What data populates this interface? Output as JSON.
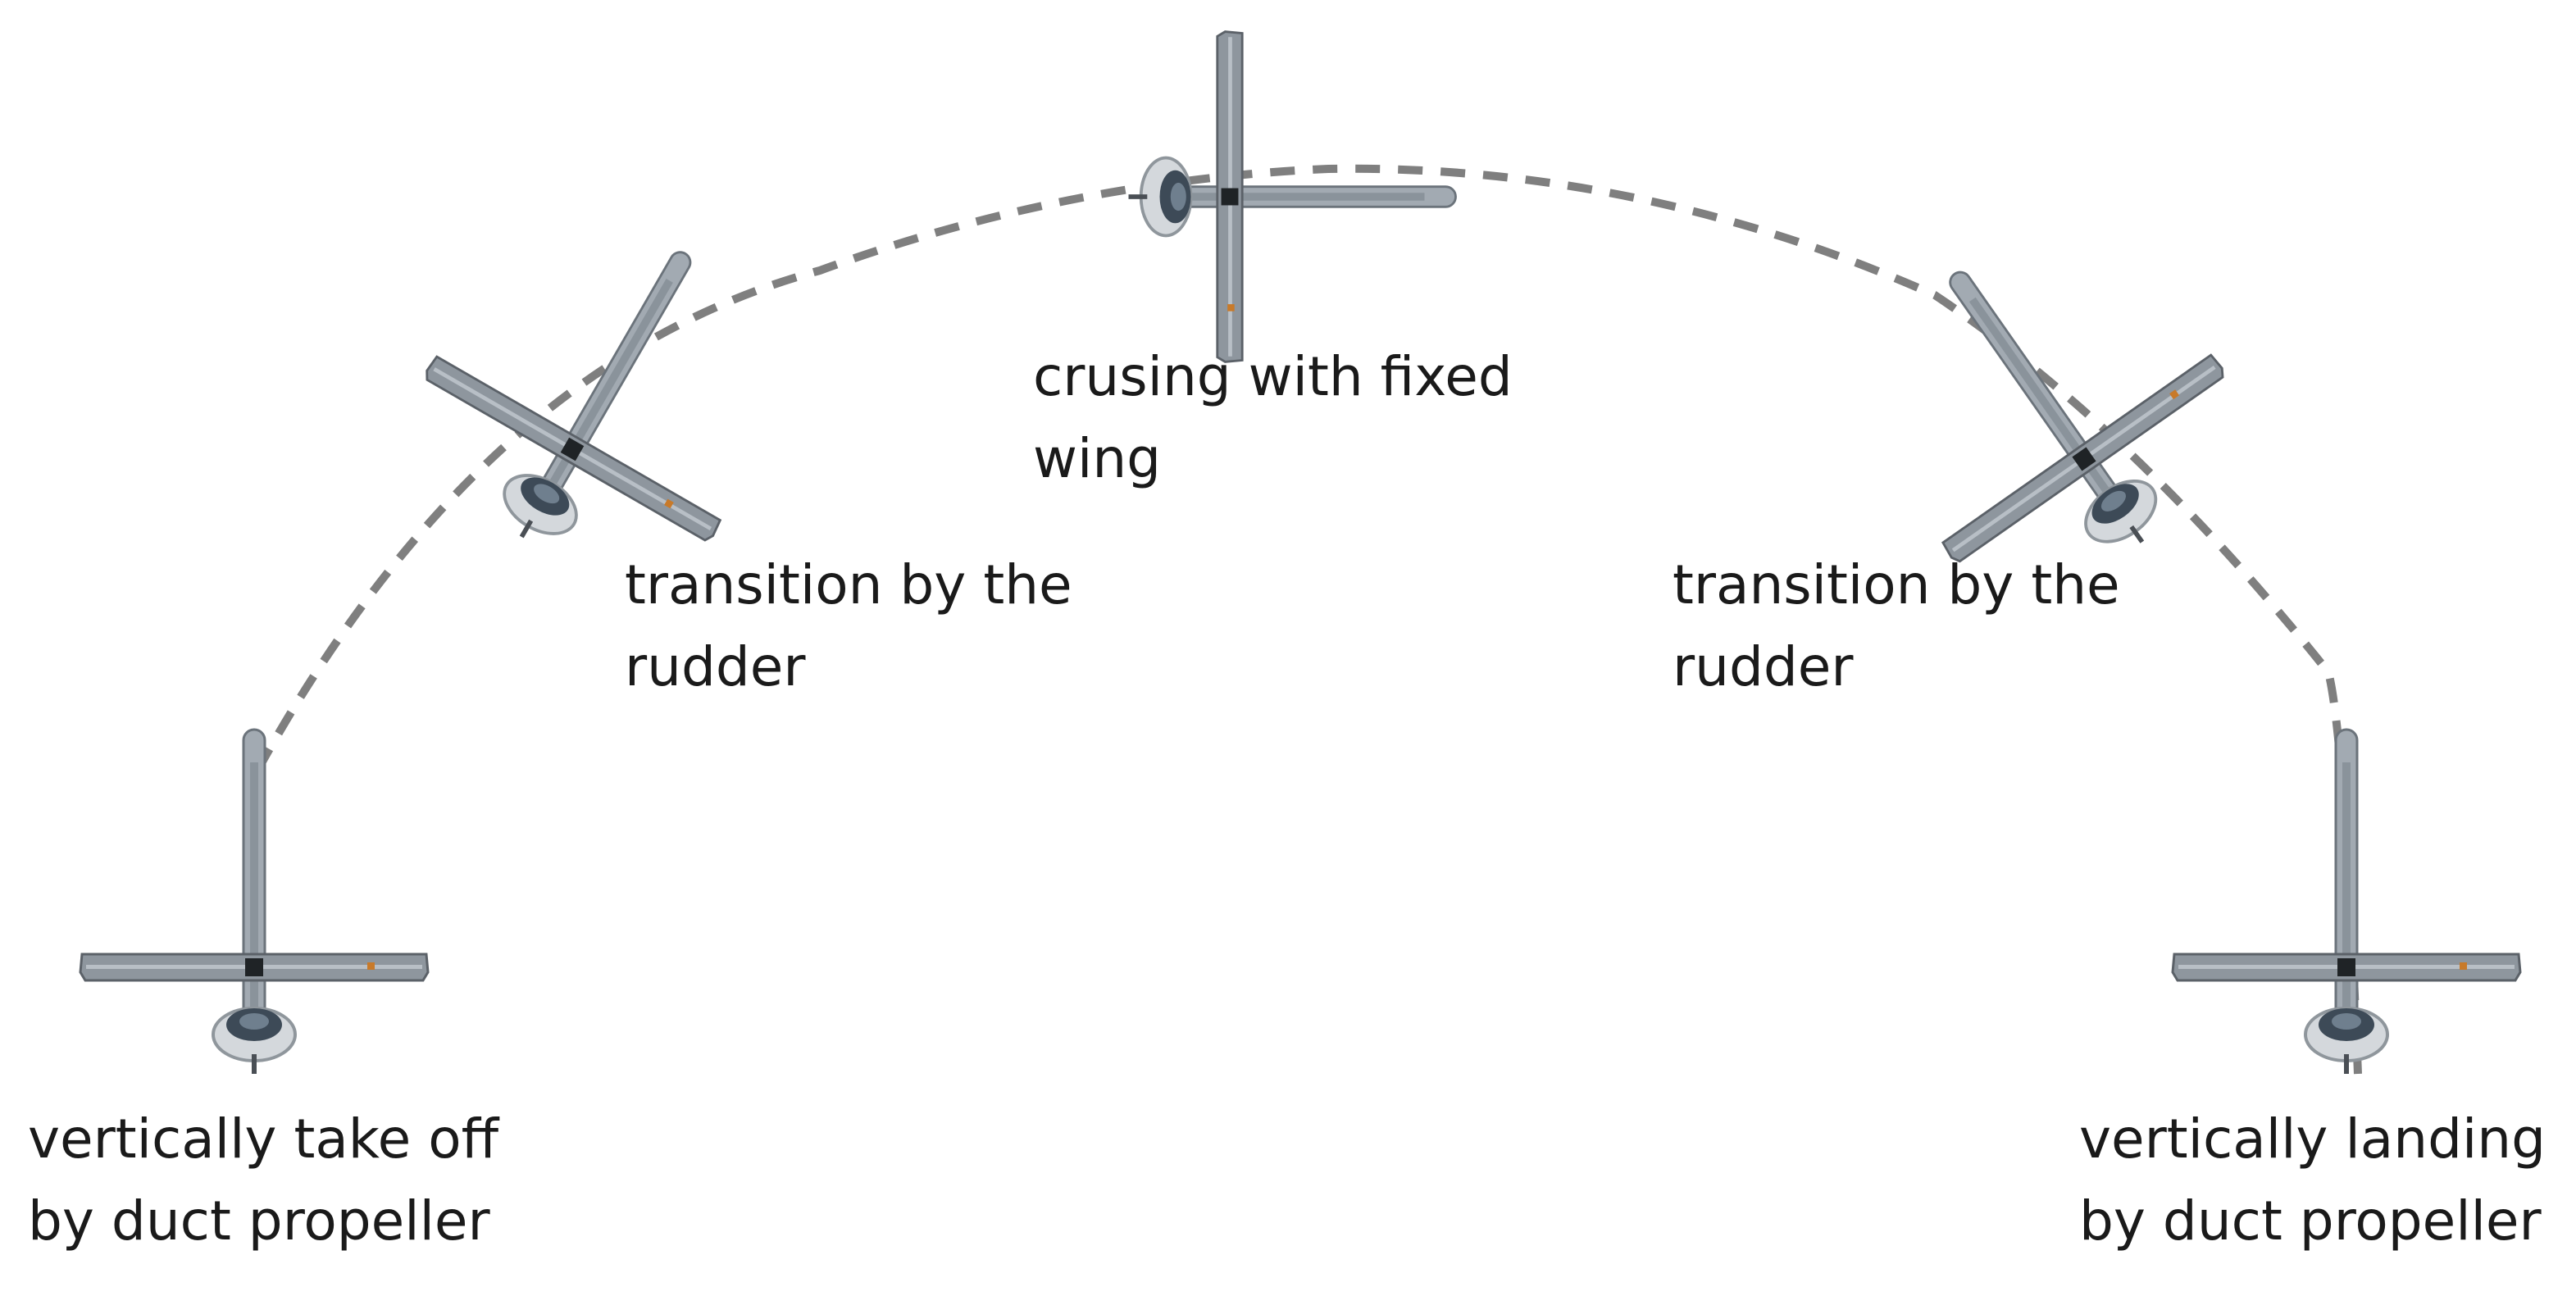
{
  "stages": [
    {
      "id": "takeoff",
      "caption": "vertically take off\nby duct propeller"
    },
    {
      "id": "trans_l",
      "caption": "transition by the\nrudder"
    },
    {
      "id": "cruise",
      "caption": "crusing with fixed\nwing"
    },
    {
      "id": "trans_r",
      "caption": "transition by the\nrudder"
    },
    {
      "id": "landing",
      "caption": "vertically landing\nby duct propeller"
    }
  ],
  "colors": {
    "path": "#7f7f7f",
    "wing": "#8e969e",
    "wing_dark": "#5b6168",
    "fuselage": "#a2aab2",
    "duct": "#d4d8dc",
    "hub": "#3d4a57",
    "marker": "#c87a2a",
    "text": "#1a1a1a"
  }
}
